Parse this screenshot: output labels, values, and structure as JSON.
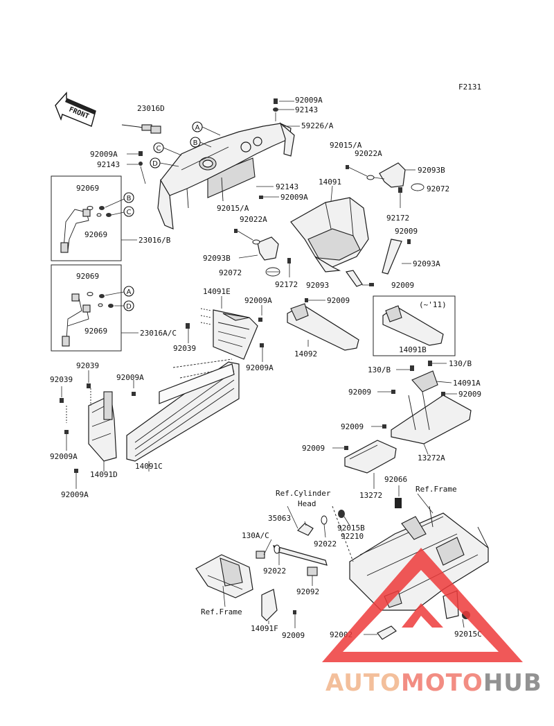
{
  "figure_code": "F2131",
  "front_label": "FRONT",
  "range_note": "(~'11)",
  "callout_letters": [
    "A",
    "B",
    "C",
    "D"
  ],
  "parts": {
    "p23016D": "23016D",
    "p92009A_top": "92009A",
    "p92143_top": "92143",
    "p59226A": "59226/A",
    "p92009A_l": "92009A",
    "p92143_l": "92143",
    "p92015A_r": "92015/A",
    "p92022A_r": "92022A",
    "p92093B_r": "92093B",
    "p92072_r": "92072",
    "p92172_r": "92172",
    "p14091": "14091",
    "p92143_m": "92143",
    "p92009A_m": "92009A",
    "p92015A_l": "92015/A",
    "p92022A_l": "92022A",
    "p92093B_l": "92093B",
    "p92072_l": "92072",
    "p92172_l": "92172",
    "p92009_r1": "92009",
    "p92093A": "92093A",
    "p92093": "92093",
    "p92009_r2": "92009",
    "box1_92069_a": "92069",
    "box1_92069_b": "92069",
    "box1_23016B": "23016/B",
    "box2_92069_a": "92069",
    "box2_92069_b": "92069",
    "box2_23016AC": "23016A/C",
    "p14091E": "14091E",
    "p92009A_e": "92009A",
    "p92039_e": "92039",
    "p92009A_e2": "92009A",
    "p92009_92": "92009",
    "p14092": "14092",
    "p14091B": "14091B",
    "p92039_l1": "92039",
    "p92039_l2": "92039",
    "p92009A_c": "92009A",
    "p92009A_l2": "92009A",
    "p14091D": "14091D",
    "p92009A_l3": "92009A",
    "p14091C": "14091C",
    "p130B_a": "130/B",
    "p130B_b": "130/B",
    "p14091A": "14091A",
    "p92009_a1": "92009",
    "p92009_a2": "92009",
    "p92009_a3": "92009",
    "p92009_a4": "92009",
    "p13272A": "13272A",
    "p13272": "13272",
    "ref_cyl_1": "Ref.Cylinder",
    "ref_cyl_2": "Head",
    "p92066": "92066",
    "ref_frame_r": "Ref.Frame",
    "p35063": "35063",
    "p92015B": "92015B",
    "p92210": "92210",
    "p130AC": "130A/C",
    "p92022_m": "92022",
    "p92022_b": "92022",
    "p92092": "92092",
    "ref_frame_l": "Ref.Frame",
    "p14091F": "14091F",
    "p92009_f": "92009",
    "p92002": "92002",
    "p92015C": "92015C"
  },
  "watermark": {
    "part1": "AUTO",
    "part2": "MOTO",
    "part3": "HUB",
    "color1": "#f2b48a",
    "color2": "#f07a6e",
    "color3": "#7f7f7f",
    "triangle_color": "#ee3b3b"
  }
}
